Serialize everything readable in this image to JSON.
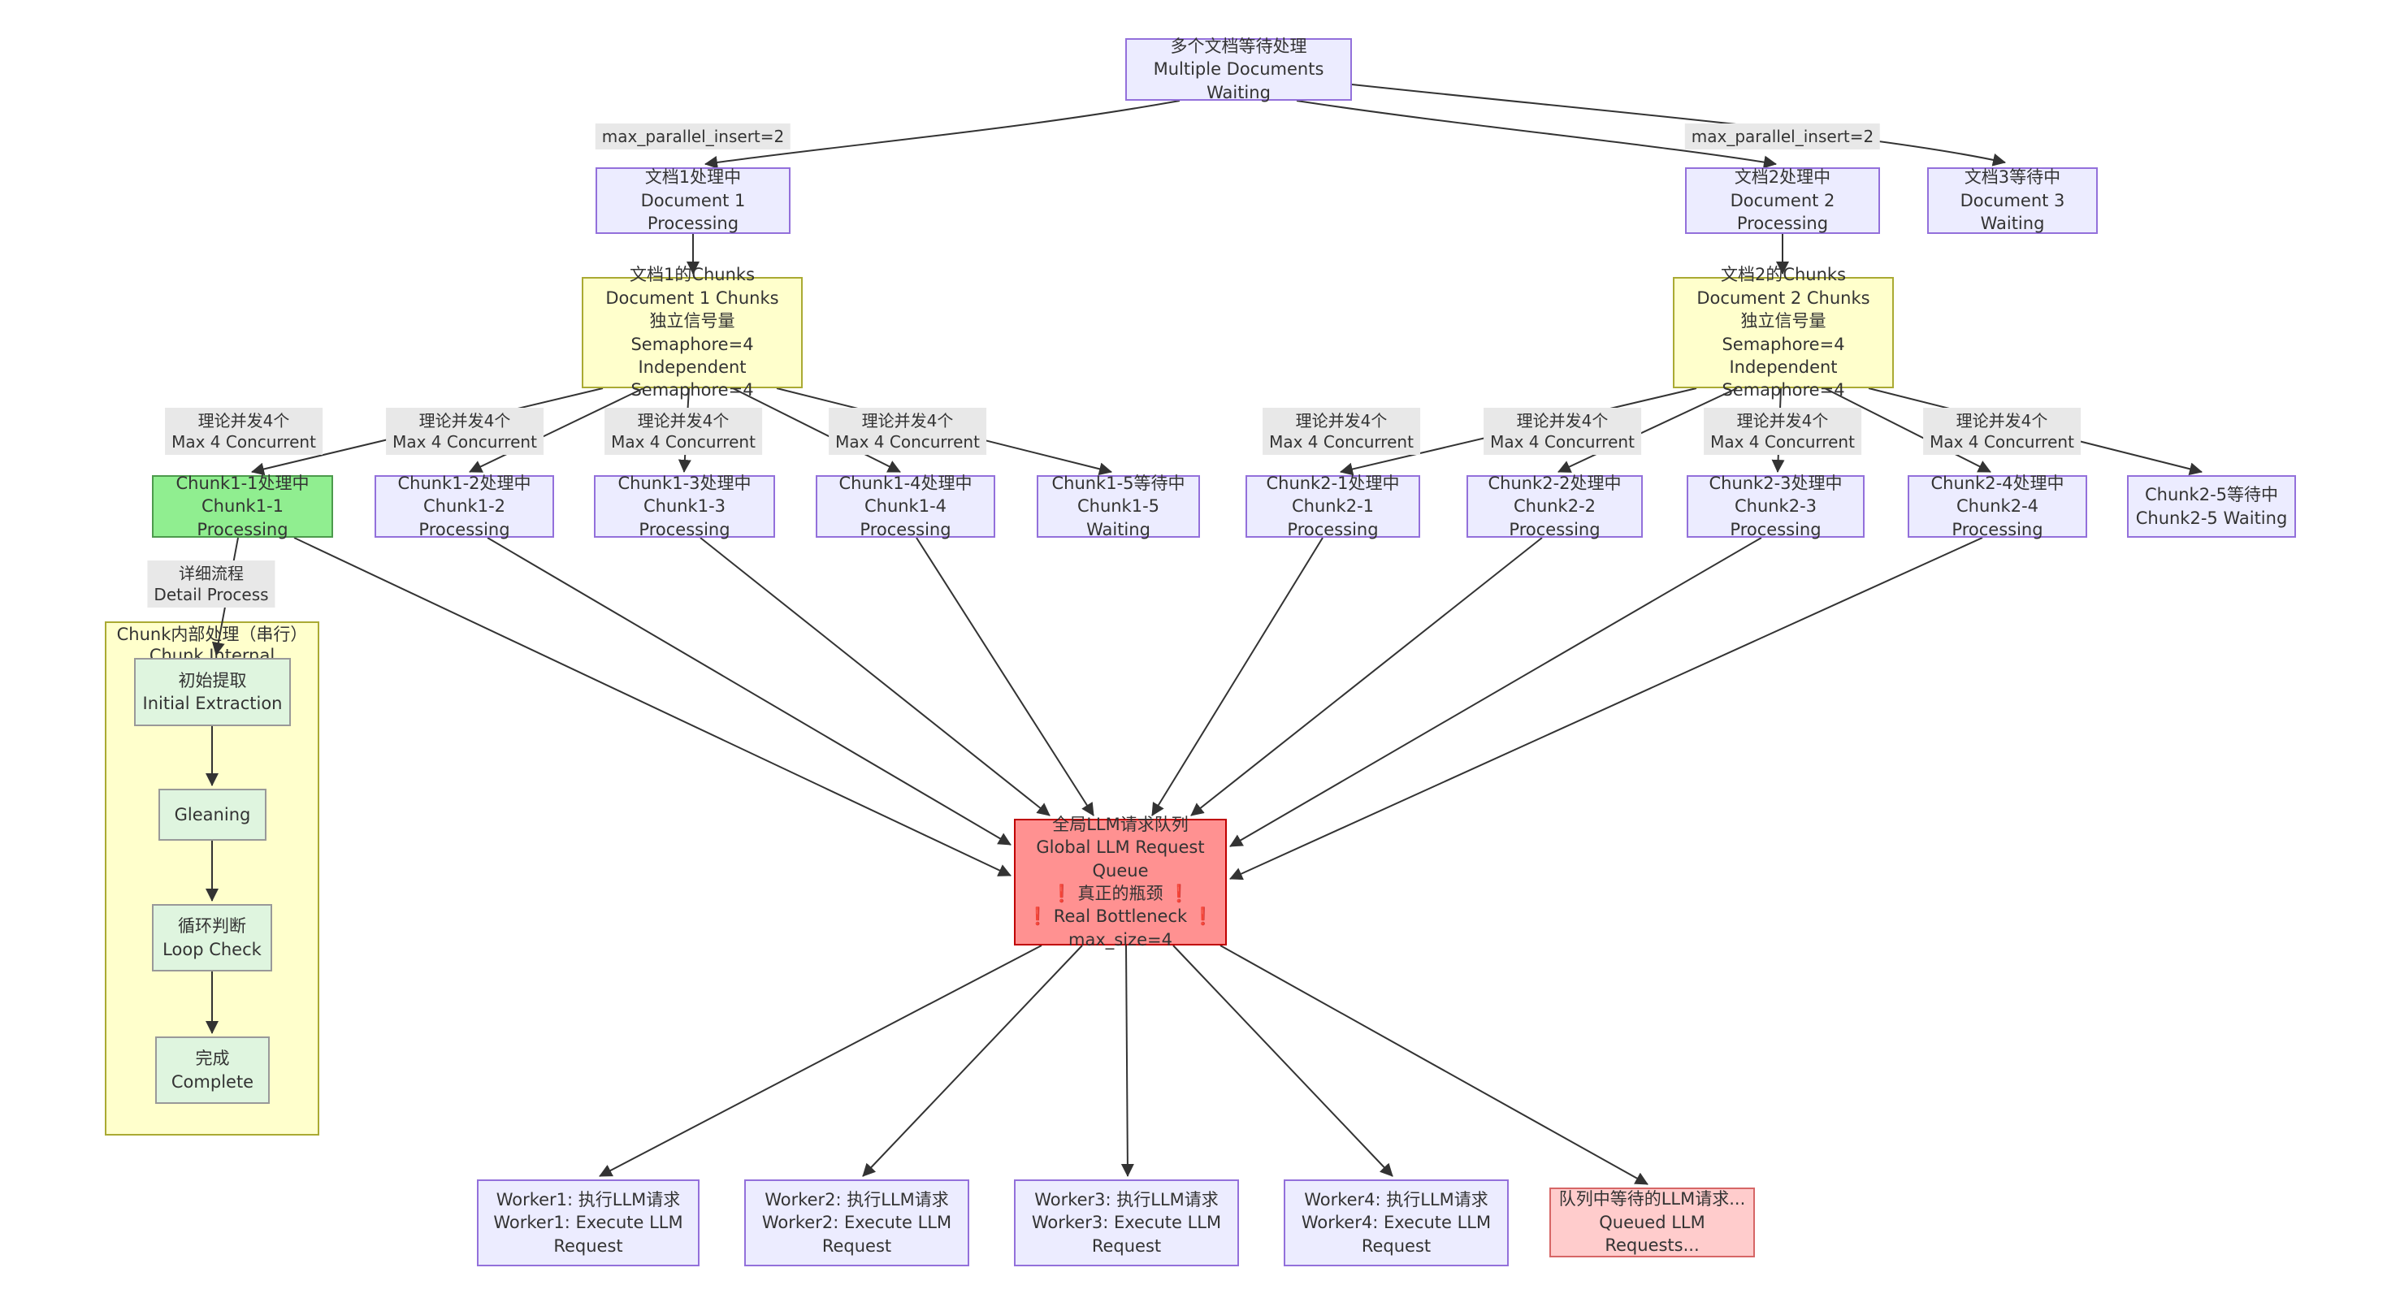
{
  "diagram": {
    "nodes": {
      "waiting": "多个文档等待处理\nMultiple Documents Waiting",
      "doc1": "文档1处理中\nDocument 1 Processing",
      "doc2": "文档2处理中\nDocument 2 Processing",
      "doc3": "文档3等待中\nDocument 3 Waiting",
      "chunks1": "文档1的Chunks\nDocument 1 Chunks\n独立信号量 Semaphore=4\nIndependent Semaphore=4",
      "chunks2": "文档2的Chunks\nDocument 2 Chunks\n独立信号量 Semaphore=4\nIndependent Semaphore=4",
      "c11": "Chunk1-1处理中\nChunk1-1 Processing",
      "c12": "Chunk1-2处理中\nChunk1-2 Processing",
      "c13": "Chunk1-3处理中\nChunk1-3 Processing",
      "c14": "Chunk1-4处理中\nChunk1-4 Processing",
      "c15": "Chunk1-5等待中\nChunk1-5 Waiting",
      "c21": "Chunk2-1处理中\nChunk2-1 Processing",
      "c22": "Chunk2-2处理中\nChunk2-2 Processing",
      "c23": "Chunk2-3处理中\nChunk2-3 Processing",
      "c24": "Chunk2-4处理中\nChunk2-4 Processing",
      "c25": "Chunk2-5等待中\nChunk2-5 Waiting",
      "subgraph_title": "Chunk内部处理（串行）\nChunk Internal Processing",
      "initial": "初始提取\nInitial Extraction",
      "gleaning": "Gleaning",
      "loop": "循环判断\nLoop Check",
      "complete": "完成\nComplete",
      "queue": "全局LLM请求队列\nGlobal LLM Request Queue\n❗ 真正的瓶颈 ❗\n❗ Real Bottleneck ❗\nmax_size=4",
      "worker1": "Worker1: 执行LLM请求\nWorker1: Execute LLM Request",
      "worker2": "Worker2: 执行LLM请求\nWorker2: Execute LLM Request",
      "worker3": "Worker3: 执行LLM请求\nWorker3: Execute LLM Request",
      "worker4": "Worker4: 执行LLM请求\nWorker4: Execute LLM Request",
      "queued": "队列中等待的LLM请求...\nQueued LLM Requests..."
    },
    "edge_labels": {
      "max_parallel_left": "max_parallel_insert=2",
      "max_parallel_right": "max_parallel_insert=2",
      "concurrent": "理论并发4个\nMax 4 Concurrent",
      "detail": "详细流程\nDetail Process"
    },
    "colors": {
      "node_fill": "#ECECFF",
      "node_border": "#9370DB",
      "chunk_group_fill": "#FFFFCC",
      "chunk_group_border": "#AAAA33",
      "active_fill": "#90EE90",
      "active_border": "#4C9A4C",
      "inner_fill": "#DFF5DF",
      "inner_border": "#999999",
      "bottleneck_fill": "#FF9191",
      "bottleneck_border": "#C00000",
      "queued_fill": "#FFCCCC",
      "queued_border": "#D66666",
      "edge_label_bg": "#E8E8E8",
      "arrow": "#333333"
    }
  }
}
